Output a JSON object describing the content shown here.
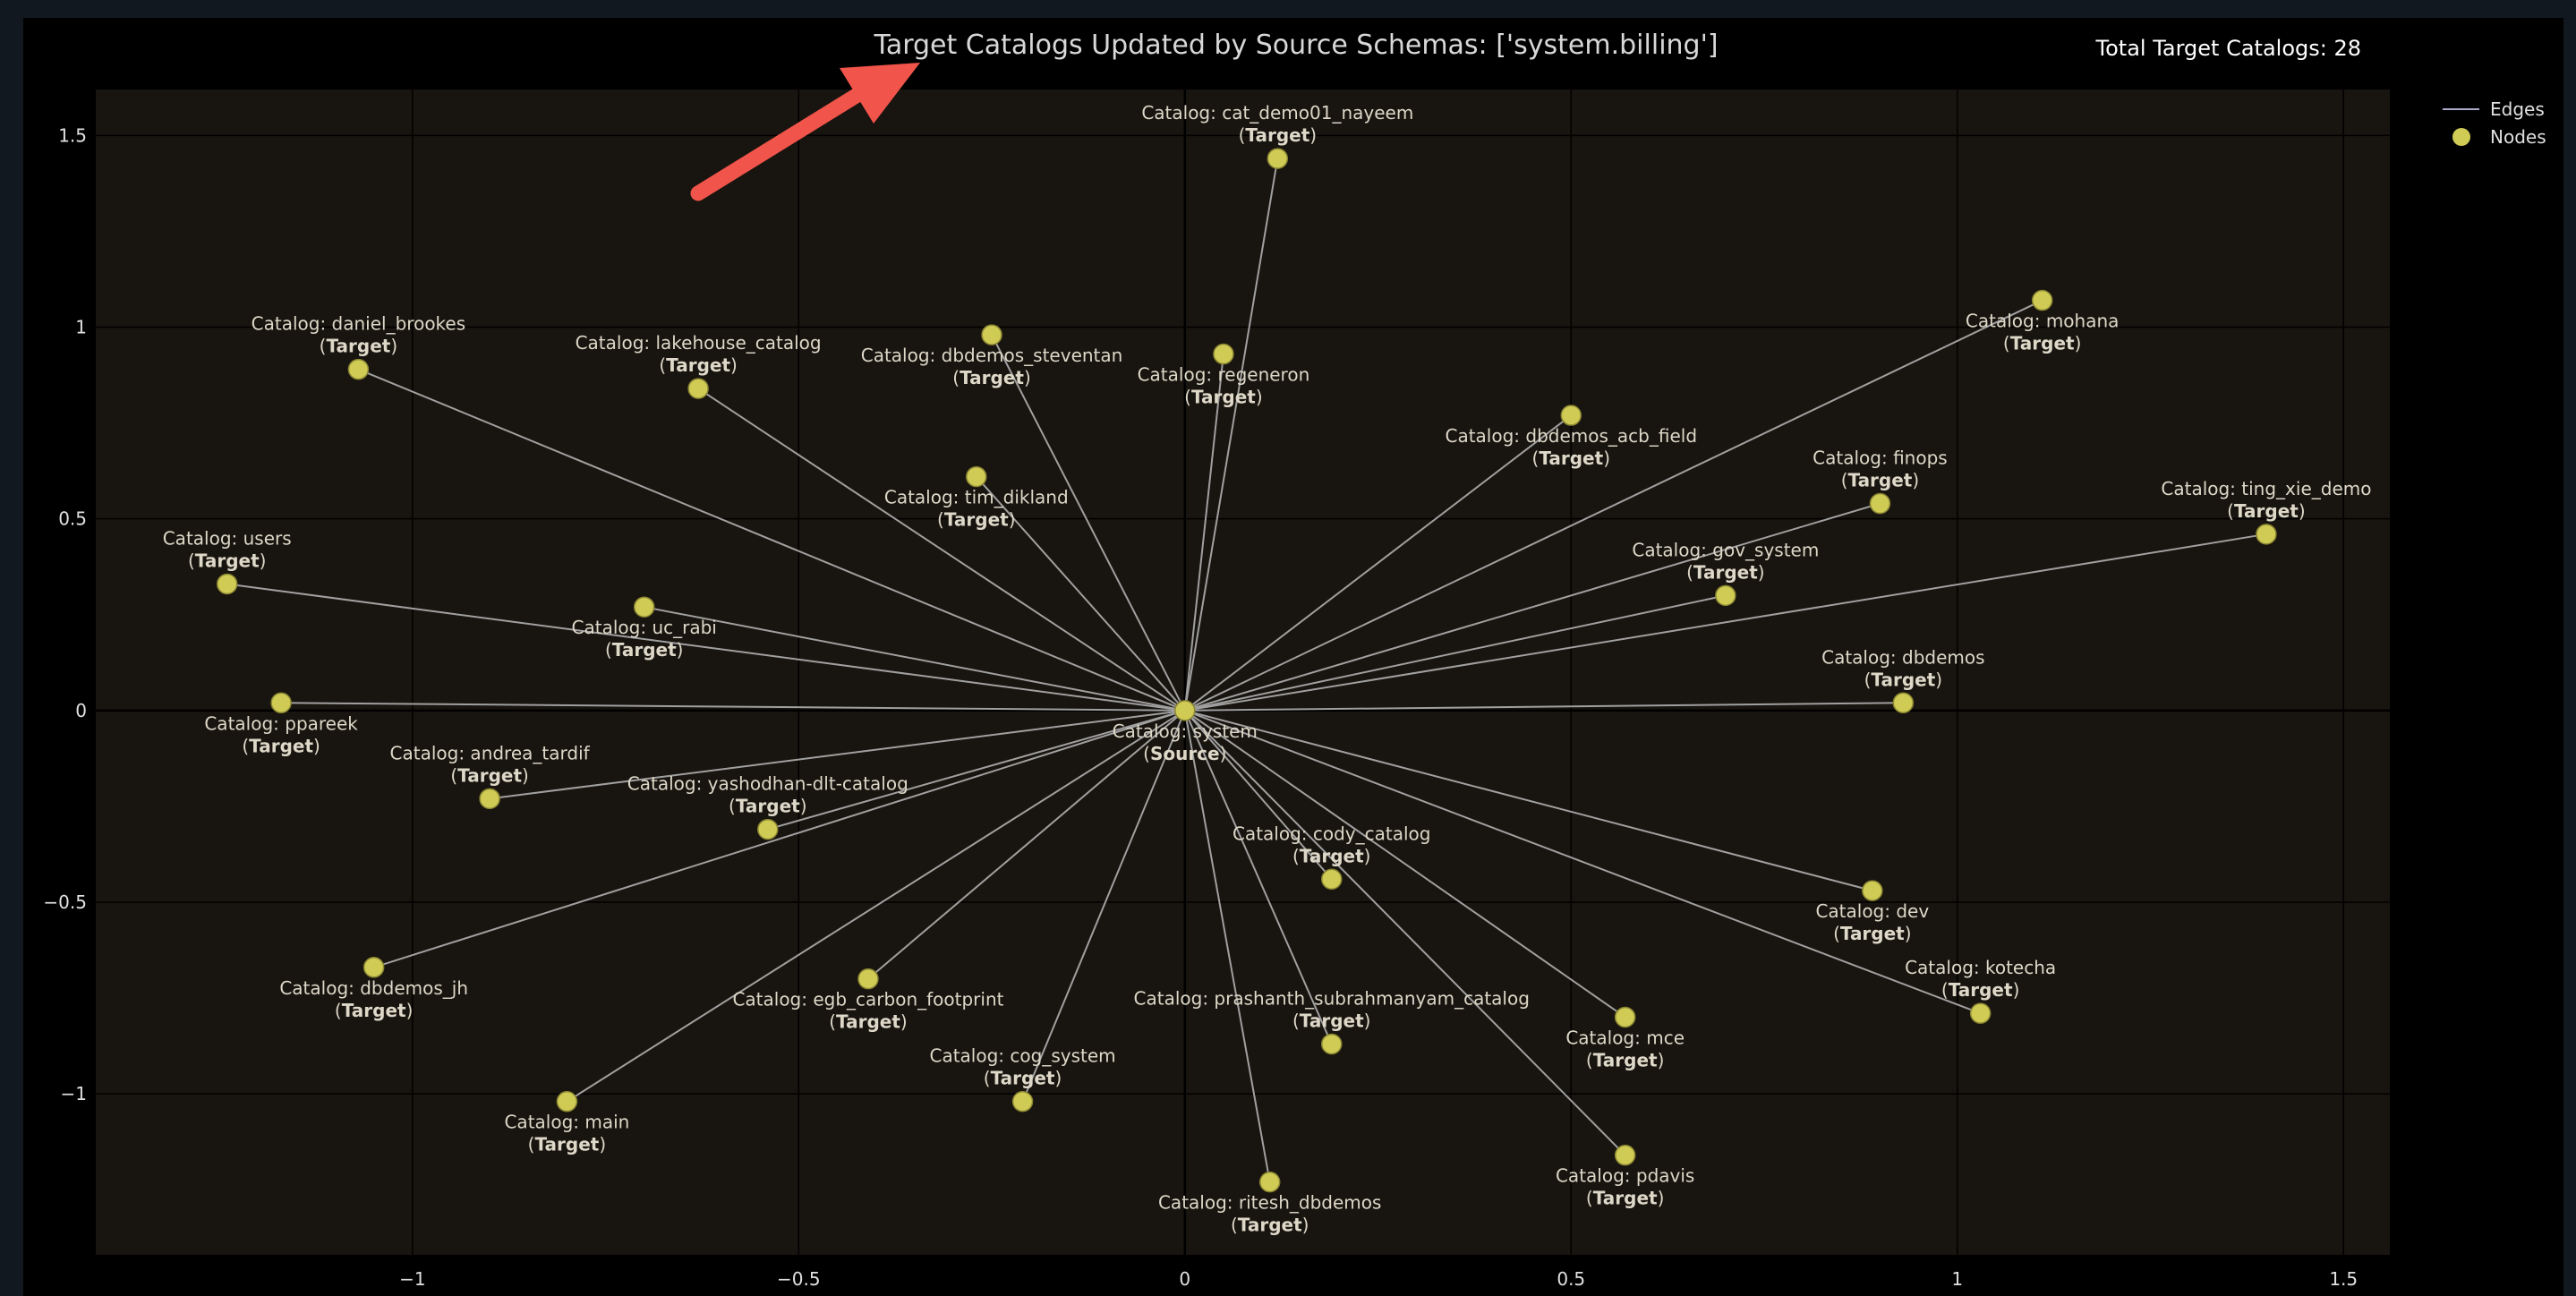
{
  "chart_data": {
    "type": "scatter",
    "subtype": "network-graph",
    "title": "Target Catalogs Updated by Source Schemas: ['system.billing']",
    "annotation": "Total Target Catalogs: 28",
    "xlim": [
      -1.41,
      1.56
    ],
    "ylim": [
      -1.42,
      1.62
    ],
    "xticks": [
      -1,
      -0.5,
      0,
      0.5,
      1,
      1.5
    ],
    "xtick_labels": [
      "−1",
      "−0.5",
      "0",
      "0.5",
      "1",
      "1.5"
    ],
    "yticks": [
      -1,
      -0.5,
      0,
      0.5,
      1,
      1.5
    ],
    "ytick_labels": [
      "−1",
      "−0.5",
      "0",
      "0.5",
      "1",
      "1.5"
    ],
    "grid": true,
    "legend": {
      "placement": "top-right",
      "entries": [
        {
          "name": "Edges",
          "symbol": "line",
          "color": "#a8a8c8"
        },
        {
          "name": "Nodes",
          "symbol": "marker",
          "color": "#cfcb55"
        }
      ]
    },
    "colors": {
      "plot_bg": "#18140f",
      "paper_bg": "#000000",
      "node": "#cfcb55",
      "node_edge": "#8a8532",
      "edge": "#a0a0a0",
      "grid": "#000000",
      "arrow": "#f0544a"
    },
    "source": {
      "id": "system",
      "label": "Catalog: system",
      "role": "Source",
      "x": 0.0,
      "y": 0.0,
      "label_pos": "below"
    },
    "nodes": [
      {
        "id": "cat_demo01_nayeem",
        "label": "Catalog: cat_demo01_nayeem",
        "role": "Target",
        "x": 0.12,
        "y": 1.44,
        "label_pos": "above"
      },
      {
        "id": "daniel_brookes",
        "label": "Catalog: daniel_brookes",
        "role": "Target",
        "x": -1.07,
        "y": 0.89,
        "label_pos": "above"
      },
      {
        "id": "lakehouse_catalog",
        "label": "Catalog: lakehouse_catalog",
        "role": "Target",
        "x": -0.63,
        "y": 0.84,
        "label_pos": "above"
      },
      {
        "id": "dbdemos_steventan",
        "label": "Catalog: dbdemos_steventan",
        "role": "Target",
        "x": -0.25,
        "y": 0.98,
        "label_pos": "below"
      },
      {
        "id": "regeneron",
        "label": "Catalog: regeneron",
        "role": "Target",
        "x": 0.05,
        "y": 0.93,
        "label_pos": "below"
      },
      {
        "id": "mohana",
        "label": "Catalog: mohana",
        "role": "Target",
        "x": 1.11,
        "y": 1.07,
        "label_pos": "below"
      },
      {
        "id": "dbdemos_acb_field",
        "label": "Catalog: dbdemos_acb_field",
        "role": "Target",
        "x": 0.5,
        "y": 0.77,
        "label_pos": "below"
      },
      {
        "id": "finops",
        "label": "Catalog: finops",
        "role": "Target",
        "x": 0.9,
        "y": 0.54,
        "label_pos": "above"
      },
      {
        "id": "ting_xie_demo",
        "label": "Catalog: ting_xie_demo",
        "role": "Target",
        "x": 1.4,
        "y": 0.46,
        "label_pos": "above"
      },
      {
        "id": "tim_dikland",
        "label": "Catalog: tim_dikland",
        "role": "Target",
        "x": -0.27,
        "y": 0.61,
        "label_pos": "below"
      },
      {
        "id": "users",
        "label": "Catalog: users",
        "role": "Target",
        "x": -1.24,
        "y": 0.33,
        "label_pos": "above"
      },
      {
        "id": "uc_rabi",
        "label": "Catalog: uc_rabi",
        "role": "Target",
        "x": -0.7,
        "y": 0.27,
        "label_pos": "below"
      },
      {
        "id": "gov_system",
        "label": "Catalog: gov_system",
        "role": "Target",
        "x": 0.7,
        "y": 0.3,
        "label_pos": "above"
      },
      {
        "id": "dbdemos",
        "label": "Catalog: dbdemos",
        "role": "Target",
        "x": 0.93,
        "y": 0.02,
        "label_pos": "above"
      },
      {
        "id": "ppareek",
        "label": "Catalog: ppareek",
        "role": "Target",
        "x": -1.17,
        "y": 0.02,
        "label_pos": "below"
      },
      {
        "id": "andrea_tardif",
        "label": "Catalog: andrea_tardif",
        "role": "Target",
        "x": -0.9,
        "y": -0.23,
        "label_pos": "above"
      },
      {
        "id": "yashodhan-dlt-catalog",
        "label": "Catalog: yashodhan-dlt-catalog",
        "role": "Target",
        "x": -0.54,
        "y": -0.31,
        "label_pos": "above"
      },
      {
        "id": "cody_catalog",
        "label": "Catalog: cody_catalog",
        "role": "Target",
        "x": 0.19,
        "y": -0.44,
        "label_pos": "above"
      },
      {
        "id": "dev",
        "label": "Catalog: dev",
        "role": "Target",
        "x": 0.89,
        "y": -0.47,
        "label_pos": "below"
      },
      {
        "id": "kotecha",
        "label": "Catalog: kotecha",
        "role": "Target",
        "x": 1.03,
        "y": -0.79,
        "label_pos": "above"
      },
      {
        "id": "dbdemos_jh",
        "label": "Catalog: dbdemos_jh",
        "role": "Target",
        "x": -1.05,
        "y": -0.67,
        "label_pos": "below"
      },
      {
        "id": "egb_carbon_footprint",
        "label": "Catalog: egb_carbon_footprint",
        "role": "Target",
        "x": -0.41,
        "y": -0.7,
        "label_pos": "below"
      },
      {
        "id": "prashanth_subrahmanyam_catalog",
        "label": "Catalog: prashanth_subrahmanyam_catalog",
        "role": "Target",
        "x": 0.19,
        "y": -0.87,
        "label_pos": "above"
      },
      {
        "id": "mce",
        "label": "Catalog: mce",
        "role": "Target",
        "x": 0.57,
        "y": -0.8,
        "label_pos": "below"
      },
      {
        "id": "cog_system",
        "label": "Catalog: cog_system",
        "role": "Target",
        "x": -0.21,
        "y": -1.02,
        "label_pos": "above"
      },
      {
        "id": "main",
        "label": "Catalog: main",
        "role": "Target",
        "x": -0.8,
        "y": -1.02,
        "label_pos": "below"
      },
      {
        "id": "ritesh_dbdemos",
        "label": "Catalog: ritesh_dbdemos",
        "role": "Target",
        "x": 0.11,
        "y": -1.23,
        "label_pos": "below"
      },
      {
        "id": "pdavis",
        "label": "Catalog: pdavis",
        "role": "Target",
        "x": 0.57,
        "y": -1.16,
        "label_pos": "below"
      }
    ]
  }
}
